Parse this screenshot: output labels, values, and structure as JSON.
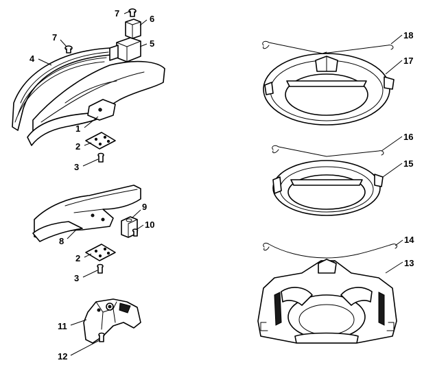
{
  "callouts": {
    "c1": "1",
    "c2a": "2",
    "c2b": "2",
    "c3a": "3",
    "c3b": "3",
    "c4": "4",
    "c5": "5",
    "c6": "6",
    "c7a": "7",
    "c7b": "7",
    "c8": "8",
    "c9": "9",
    "c10": "10",
    "c11": "11",
    "c12": "12",
    "c13": "13",
    "c14": "14",
    "c15": "15",
    "c16": "16",
    "c17": "17",
    "c18": "18"
  },
  "colors": {
    "line": "#000000",
    "background": "#ffffff"
  }
}
